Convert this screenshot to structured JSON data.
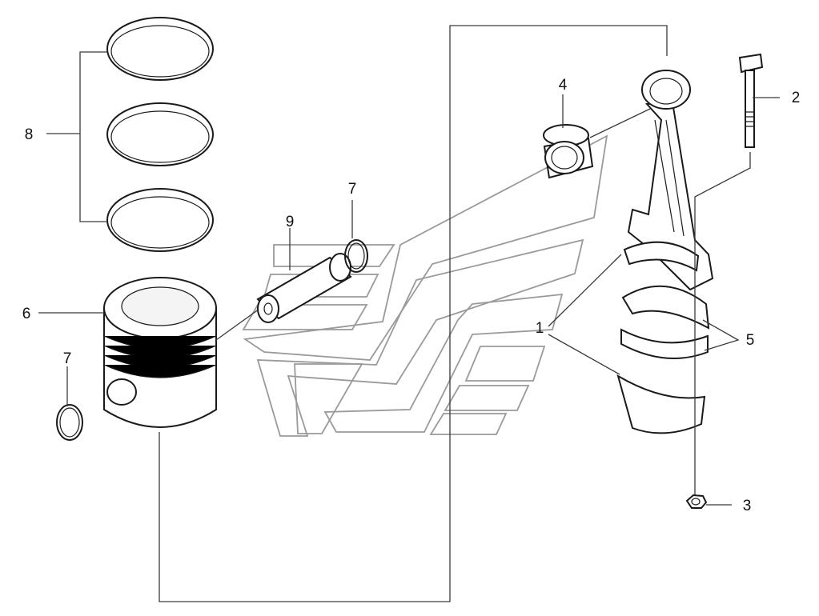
{
  "diagram": {
    "callouts": {
      "connecting_rod": "1",
      "rod_bolt": "2",
      "rod_nut": "3",
      "small_end_bushing": "4",
      "bearing_shells": "5",
      "piston": "6",
      "snap_ring_left": "7",
      "snap_ring_right": "7",
      "piston_rings": "8",
      "piston_pin": "9"
    }
  }
}
